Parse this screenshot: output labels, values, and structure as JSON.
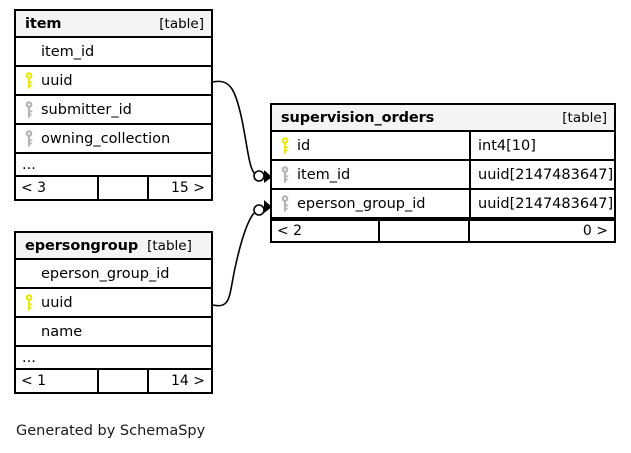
{
  "diagram": {
    "kind_label": "[table]",
    "ellipsis": "...",
    "generator_note": "Generated by SchemaSpy",
    "colors": {
      "primary_key": "#e8e80f",
      "foreign_key": "#b3b3b3",
      "header_background": "#f4f4f4",
      "border": "#000000",
      "background": "#ffffff"
    }
  },
  "tables": {
    "item": {
      "name": "item",
      "kind": "[table]",
      "columns": [
        {
          "name": "item_id",
          "key": "none",
          "key_icon": ""
        },
        {
          "name": "uuid",
          "key": "primary",
          "key_icon": "primary-key-icon"
        },
        {
          "name": "submitter_id",
          "key": "foreign",
          "key_icon": "foreign-key-icon"
        },
        {
          "name": "owning_collection",
          "key": "foreign",
          "key_icon": "foreign-key-icon"
        }
      ],
      "more_indicator": "...",
      "footer": {
        "left": "< 3",
        "middle": "",
        "right": "15 >"
      }
    },
    "epersongroup": {
      "name": "epersongroup",
      "kind": "[table]",
      "columns": [
        {
          "name": "eperson_group_id",
          "key": "none",
          "key_icon": ""
        },
        {
          "name": "uuid",
          "key": "primary",
          "key_icon": "primary-key-icon"
        },
        {
          "name": "name",
          "key": "none",
          "key_icon": ""
        }
      ],
      "more_indicator": "...",
      "footer": {
        "left": "< 1",
        "middle": "",
        "right": "14 >"
      }
    },
    "supervision_orders": {
      "name": "supervision_orders",
      "kind": "[table]",
      "columns": [
        {
          "name": "id",
          "type": "int4[10]",
          "key": "primary",
          "key_icon": "primary-key-icon"
        },
        {
          "name": "item_id",
          "type": "uuid[2147483647]",
          "key": "foreign",
          "key_icon": "foreign-key-icon"
        },
        {
          "name": "eperson_group_id",
          "type": "uuid[2147483647]",
          "key": "foreign",
          "key_icon": "foreign-key-icon"
        }
      ],
      "footer": {
        "left": "< 2",
        "middle": "",
        "right": "0 >"
      }
    }
  },
  "relationships": [
    {
      "from_table": "item",
      "from_column": "uuid",
      "to_table": "supervision_orders",
      "to_column": "item_id",
      "from_cardinality": "one",
      "to_cardinality": "many"
    },
    {
      "from_table": "epersongroup",
      "from_column": "uuid",
      "to_table": "supervision_orders",
      "to_column": "eperson_group_id",
      "from_cardinality": "one",
      "to_cardinality": "many"
    }
  ]
}
